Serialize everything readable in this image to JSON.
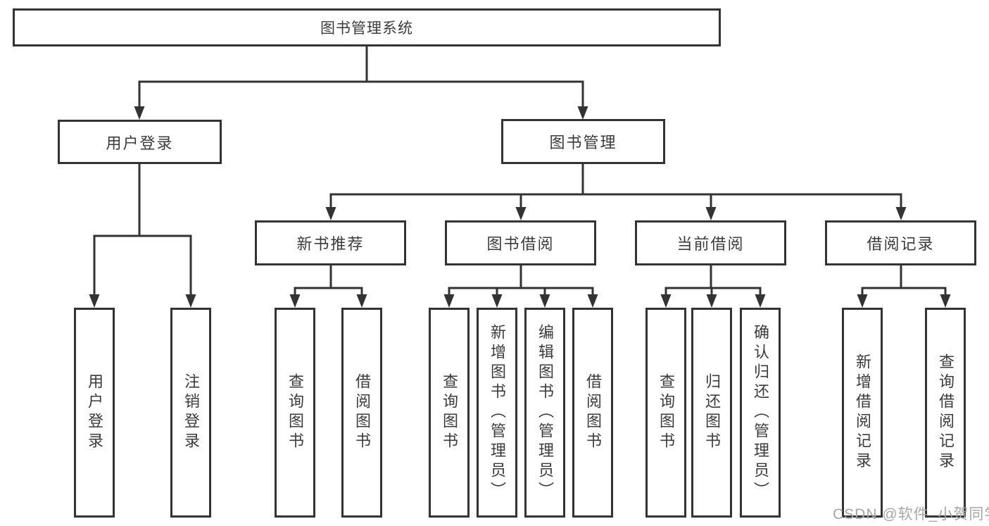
{
  "diagram": {
    "root_label": "图书管理系统",
    "level2": {
      "user_login": "用户登录",
      "book_management": "图书管理"
    },
    "level3": {
      "new_book_recommend": "新书推荐",
      "book_borrow": "图书借阅",
      "current_borrow": "当前借阅",
      "borrow_records": "借阅记录"
    },
    "leaves": {
      "user_login": [
        "用户登录",
        "注销登录"
      ],
      "new_book_recommend": [
        "查询图书",
        "借阅图书"
      ],
      "book_borrow": [
        "查询图书",
        "新增图书（管理员）",
        "编辑图书（管理员）",
        "借阅图书"
      ],
      "current_borrow": [
        "查询图书",
        "归还图书",
        "确认归还（管理员）"
      ],
      "borrow_records": [
        "新增借阅记录",
        "查询借阅记录"
      ]
    }
  },
  "watermark": {
    "text": "CSDN @软件_小贺同学"
  },
  "colors": {
    "line": "#333333",
    "text": "#3b3b3b",
    "background": "#ffffff",
    "watermark": "#a6a6a6"
  }
}
